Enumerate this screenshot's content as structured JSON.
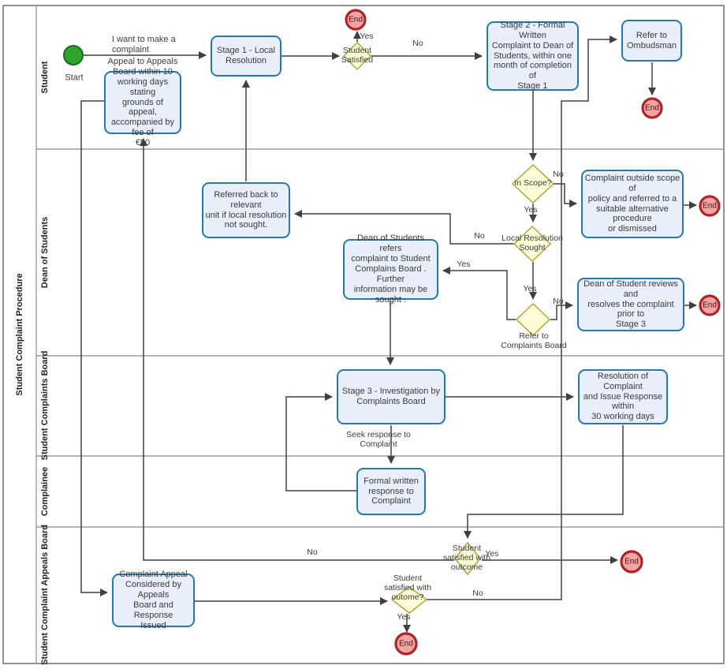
{
  "diagram": {
    "title": "Student Complaint Procedure",
    "lanes": [
      {
        "label": "Student"
      },
      {
        "label": "Dean of Students"
      },
      {
        "label": "Student Complaints Board"
      },
      {
        "label": "Complainee"
      },
      {
        "label": "Student Complaint Appeals Board"
      }
    ],
    "nodes": {
      "start": "Start",
      "end": "End",
      "stage1": "Stage 1 - Local\nResolution",
      "stage2": "Stage 2 - Formal Written\nComplaint to Dean of\nStudents, within one\nmonth of completion of\nStage 1",
      "ombudsman": "Refer to\nOmbudsman",
      "appeal": "Appeal to Appeals\nBoard within 10\nworking days stating\ngrounds of appeal,\naccompanied by fee of\n€50",
      "referred_back": "Referred back to relevant\nunit if local resolution\nnot sought.",
      "dean_refers": "Dean of Students refers\ncomplaint to Student\nComplains Board . Further\ninformation may be sought .",
      "outside_scope": "Complaint outside scope of\npolicy and referred to a\nsuitable alternative procedure\nor dismissed",
      "dean_reviews": "Dean of Student reviews and\nresolves the complaint prior to\nStage 3",
      "stage3": "Stage 3 - Investigation by\nComplaints Board",
      "resolution": "Resolution of Complaint\nand Issue Response within\n30 working days",
      "formal_response": "Formal written\nresponse to\nComplaint",
      "complaint_appeal": "Complaint Appeal\nConsidered by Appeals\nBoard and Response\nIssued"
    },
    "gateways": {
      "student_satisfied": "Student\nSatisfied",
      "in_scope": "In Scope?",
      "local_resolution": "Local Resolution\nSought",
      "refer_board": "Refer to\nComplaints Board",
      "outcome1": "Student\nsatisfied with\noutcome",
      "outcome2": "Student\nsatisfied with\noutome?"
    },
    "edge_labels": {
      "want_complaint": "I want to make a\ncomplaint",
      "seek_response": "Seek response to\nComplaint",
      "yes": "Yes",
      "no": "No"
    },
    "colors": {
      "task_fill": "#e8eefa",
      "task_border": "#2579ad",
      "gw_fill": "#fcfcd6",
      "gw_border": "#aaa939",
      "start_fill": "#2fa42f",
      "start_border": "#1a6b1a",
      "end_fill": "#f2a3a3",
      "end_border": "#b02428",
      "line": "#404040",
      "text": "#3b3b3b"
    }
  }
}
